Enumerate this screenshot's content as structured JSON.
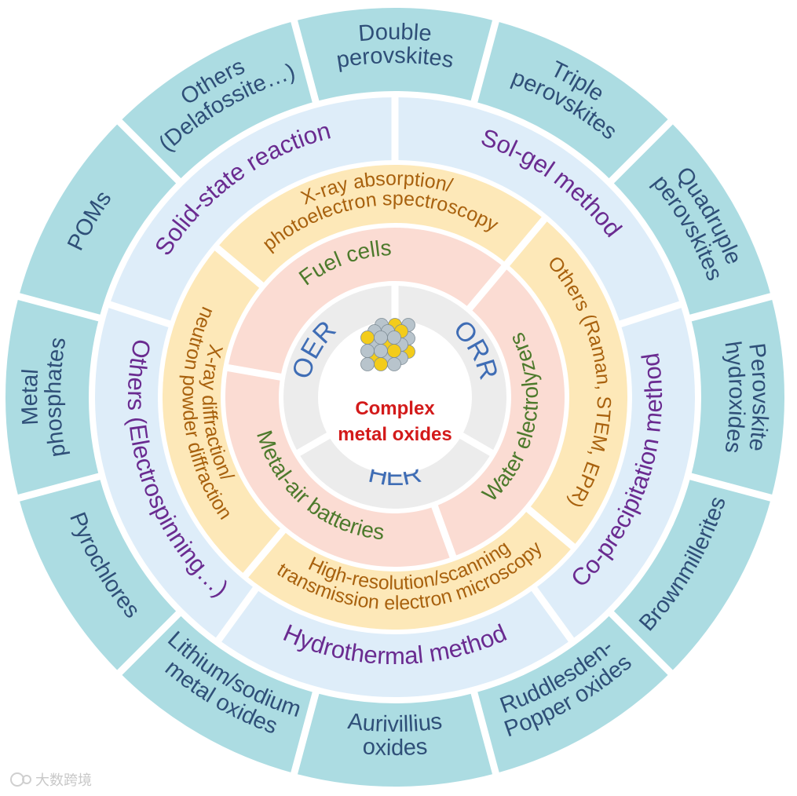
{
  "colors": {
    "outer_ring": "#acdce2",
    "method_ring": "#deedf9",
    "characterization_ring": "#fde8b8",
    "application_ring": "#fbdcd3",
    "reaction_ring": "#ececec",
    "center": "#ffffff",
    "outer_text": "#2f4f78",
    "method_text": "#6a2b90",
    "characterization_text": "#a8610e",
    "application_text": "#4d7a2c",
    "reaction_text": "#3f6db5",
    "center_text": "#d31a1a"
  },
  "center": {
    "icon": "crystal-lattice-icon",
    "line1": "Complex",
    "line2": "metal oxides"
  },
  "reactions": [
    "OER",
    "ORR",
    "HER"
  ],
  "applications": [
    "Fuel cells",
    "Water electrolyzers",
    "Metal-air batteries"
  ],
  "characterization": [
    {
      "line1": "X-ray absorption/",
      "line2": "photoelectron spectroscopy"
    },
    {
      "line1": "Others (Raman, STEM, EPR)"
    },
    {
      "line1": "High-resolution/scanning",
      "line2": "transmission electron microscopy"
    },
    {
      "line1": "X-ray diffraction/",
      "line2": "neutron powder diffraction"
    }
  ],
  "methods": [
    "Solid-state reaction",
    "Sol-gel method",
    "Co-precipitation method",
    "Hydrothermal method",
    "Others (Electrospinning…)"
  ],
  "materials": [
    {
      "line1": "Double",
      "line2": "perovskites"
    },
    {
      "line1": "Triple",
      "line2": "perovskites"
    },
    {
      "line1": "Quadruple",
      "line2": "perovskites"
    },
    {
      "line1": "Perovskite",
      "line2": "hydroxides"
    },
    {
      "line1": "Brownmillerites"
    },
    {
      "line1": "Ruddlesden-",
      "line2": "Popper oxides"
    },
    {
      "line1": "Aurivillius",
      "line2": "oxides"
    },
    {
      "line1": "Lithium/sodium",
      "line2": "metal oxides"
    },
    {
      "line1": "Pyrochlores"
    },
    {
      "line1": "Metal",
      "line2": "phosphates"
    },
    {
      "line1": "POMs"
    },
    {
      "line1": "Others",
      "line2": "(Delafossite…)"
    }
  ],
  "watermark": "大数跨境"
}
